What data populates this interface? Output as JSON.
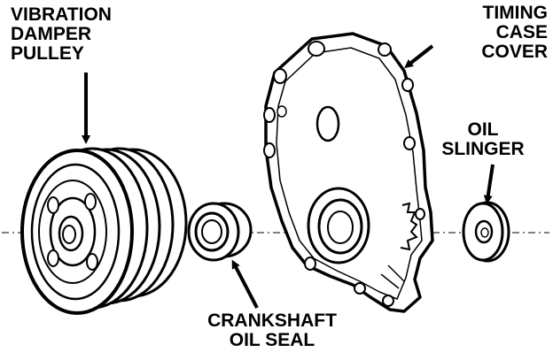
{
  "labels": {
    "vibration_damper": [
      "VIBRATION",
      "DAMPER",
      "PULLEY"
    ],
    "timing_case_cover": [
      "TIMING",
      "CASE",
      "COVER"
    ],
    "oil_slinger": [
      "OIL",
      "SLINGER"
    ],
    "crankshaft_oil_seal": [
      "CRANKSHAFT",
      "OIL SEAL"
    ]
  },
  "colors": {
    "ink": "#000000",
    "paper": "#ffffff",
    "fill": "#eeeeee"
  }
}
